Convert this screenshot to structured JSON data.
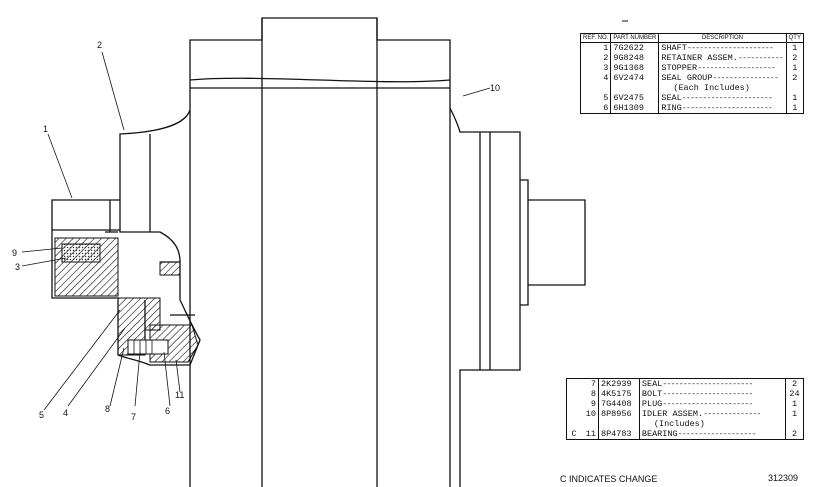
{
  "callouts": [
    {
      "id": "2",
      "text": "2"
    },
    {
      "id": "10",
      "text": "10"
    },
    {
      "id": "1",
      "text": "1"
    },
    {
      "id": "9",
      "text": "9"
    },
    {
      "id": "3",
      "text": "3"
    },
    {
      "id": "5",
      "text": "5"
    },
    {
      "id": "4",
      "text": "4"
    },
    {
      "id": "8",
      "text": "8"
    },
    {
      "id": "7",
      "text": "7"
    },
    {
      "id": "6",
      "text": "6"
    },
    {
      "id": "11",
      "text": "11"
    }
  ],
  "parts_table": {
    "headers": {
      "ref": "REF. NO.",
      "part": "PART NUMBER",
      "desc": "DESCRIPTION",
      "qty": "QTY"
    },
    "rows": [
      {
        "ref": "1",
        "part": "7G2622",
        "desc": "SHAFT",
        "qty": "1"
      },
      {
        "ref": "2",
        "part": "9G8248",
        "desc": "RETAINER ASSEM.",
        "qty": "2"
      },
      {
        "ref": "3",
        "part": "9G1368",
        "desc": "STOPPER",
        "qty": "1"
      },
      {
        "ref": "4",
        "part": "6V2474",
        "desc": "SEAL GROUP",
        "qty": "2"
      },
      {
        "ref": "",
        "part": "",
        "desc": "(Each Includes)",
        "qty": ""
      },
      {
        "ref": "5",
        "part": "6V2475",
        "desc": "SEAL",
        "qty": "1"
      },
      {
        "ref": "6",
        "part": "6H1309",
        "desc": "RING",
        "qty": "1"
      }
    ]
  },
  "parts_table_2": {
    "rows": [
      {
        "chg": "",
        "ref": "7",
        "part": "2K2939",
        "desc": "SEAL",
        "qty": "2"
      },
      {
        "chg": "",
        "ref": "8",
        "part": "4K5175",
        "desc": "BOLT",
        "qty": "24"
      },
      {
        "chg": "",
        "ref": "9",
        "part": "7G4408",
        "desc": "PLUG",
        "qty": "1"
      },
      {
        "chg": "",
        "ref": "10",
        "part": "8P8956",
        "desc": "IDLER ASSEM.",
        "qty": "1"
      },
      {
        "chg": "",
        "ref": "",
        "part": "",
        "desc": "(Includes)",
        "qty": ""
      },
      {
        "chg": "C",
        "ref": "11",
        "part": "8P4783",
        "desc": "BEARING",
        "qty": "2"
      }
    ]
  },
  "footer": {
    "change_note": "C INDICATES CHANGE",
    "drawing_number": "312309"
  }
}
